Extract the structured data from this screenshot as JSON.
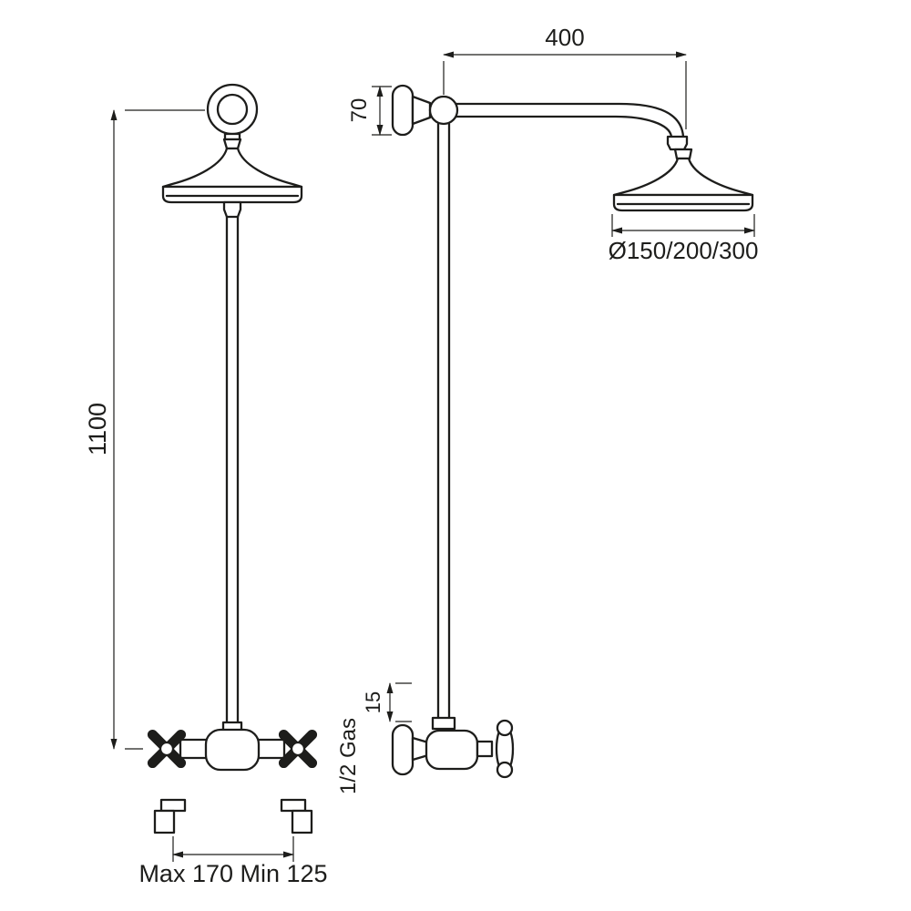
{
  "drawing": {
    "background": "#ffffff",
    "line_color": "#1d1d1b",
    "labels": {
      "arm_length": "400",
      "flange_height": "70",
      "head_diameter": "Ø150/200/300",
      "column_height": "1100",
      "wall_offset": "15",
      "thread_size": "1/2 Gas",
      "inlet_spacing": "Max 170 Min 125"
    }
  }
}
